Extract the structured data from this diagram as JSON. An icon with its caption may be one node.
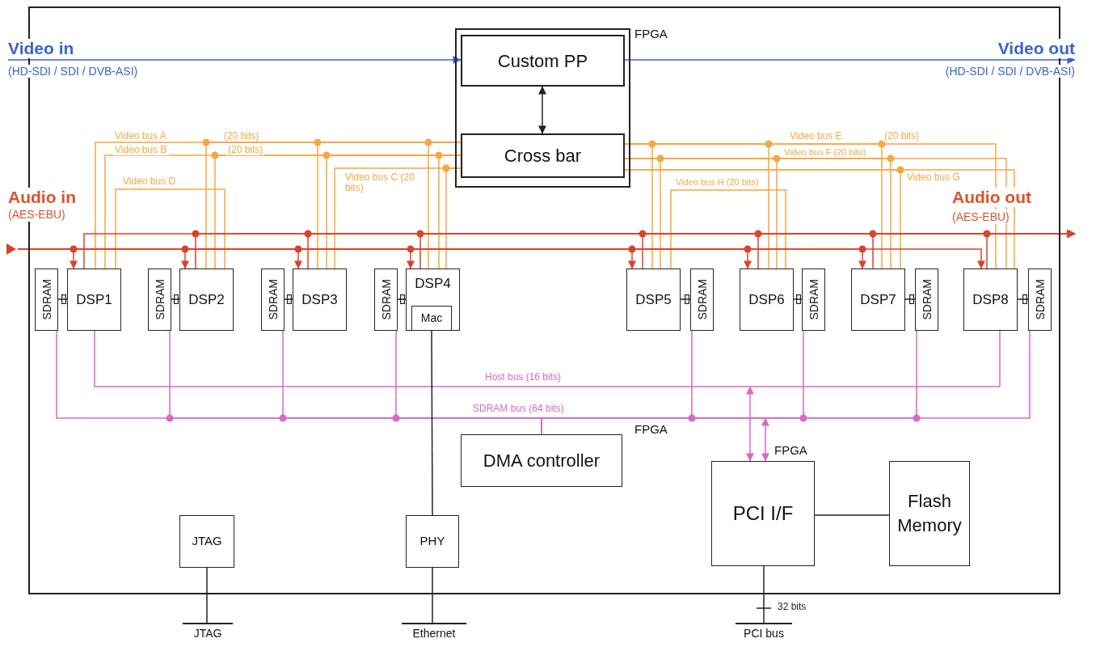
{
  "diagram": {
    "nodes": [
      {
        "text": [],
        "shape": "box"
      },
      {
        "text": [
          "FPGA"
        ],
        "in": 0
      },
      {
        "text": [
          "Custom PP"
        ],
        "in": 1
      },
      {
        "text": [
          "Cross bar"
        ],
        "in": 1
      },
      {
        "text": [
          "Video in",
          "(HD-SDI / SDI / DVB-ASI)"
        ]
      },
      {
        "text": [
          "Video out",
          "(HD-SDI / SDI / DVB-ASI)"
        ]
      },
      {
        "text": [
          "Audio in",
          "(AES-EBU)"
        ]
      },
      {
        "text": [
          "SDRAM"
        ],
        "in": 0
      },
      {
        "text": [
          "DSP1"
        ],
        "in": 0
      },
      {
        "text": [
          "SDRAM"
        ],
        "in": 0
      },
      {
        "text": [
          "DSP2"
        ],
        "in": 0
      },
      {
        "text": [
          "SDRAM"
        ],
        "in": 0
      },
      {
        "text": [
          "DSP3"
        ],
        "in": 0
      },
      {
        "text": [
          "SDRAM"
        ],
        "in": 0
      },
      {
        "text": [
          "DSP4"
        ],
        "in": 0
      },
      {
        "text": [
          "Mac"
        ],
        "in": 14
      },
      {
        "text": [
          "DSP5"
        ],
        "in": 0
      },
      {
        "text": [
          "SDRAM"
        ],
        "in": 0
      },
      {
        "text": [
          "DSP6"
        ],
        "in": 0
      },
      {
        "text": [
          "SDRAM"
        ],
        "in": 0
      },
      {
        "text": [
          "DSP7"
        ],
        "in": 0
      },
      {
        "text": [
          "SDRAM"
        ],
        "in": 0
      },
      {
        "text": [
          "DSP8"
        ],
        "in": 0
      },
      {
        "text": [
          "SDRAM"
        ],
        "in": 0
      },
      {
        "text": [
          "DMA controller"
        ],
        "beside": [
          "FPGA"
        ],
        "in": 0
      },
      {
        "text": [
          "PCI I/F"
        ],
        "beside": [
          "FPGA"
        ],
        "in": 0
      },
      {
        "text": [
          "Flash Memory"
        ],
        "in": 0
      },
      {
        "text": [
          "JTAG"
        ],
        "in": 0
      },
      {
        "text": [
          "PHY"
        ],
        "in": 0
      },
      {
        "text": [
          "JTAG"
        ]
      },
      {
        "text": [
          "Ethernet"
        ]
      },
      {
        "text": [
          "PCI bus"
        ]
      }
    ],
    "edges": [
      {
        "from": 4,
        "to": 2,
        "arrow": "to",
        "color": "#3b62c9"
      },
      {
        "from": 2,
        "to": 5,
        "arrow": "to",
        "color": "#3b62c9"
      },
      {
        "from": 2,
        "to": 3,
        "arrow": "both",
        "color": "#222222"
      },
      {
        "from": 3,
        "to": 8,
        "arrow": "none"
      },
      {
        "from": 3,
        "to": 10,
        "arrow": "none"
      },
      {
        "from": 3,
        "to": 12,
        "arrow": "none"
      },
      {
        "from": 3,
        "to": 14,
        "arrow": "none"
      },
      {
        "from": 3,
        "to": 8,
        "arrow": "none"
      },
      {
        "from": 3,
        "to": 10,
        "arrow": "none"
      },
      {
        "from": 3,
        "to": 12,
        "arrow": "none"
      },
      {
        "from": 3,
        "to": 14,
        "arrow": "none"
      },
      {
        "from": 3,
        "to": 12,
        "arrow": "none"
      },
      {
        "from": 3,
        "to": 14,
        "arrow": "none"
      },
      {
        "from": 8,
        "to": 10,
        "arrow": "none",
        "label": "Video bus D"
      },
      {
        "from": 3,
        "to": 16,
        "arrow": "none"
      },
      {
        "from": 3,
        "to": 18,
        "arrow": "none"
      },
      {
        "from": 3,
        "to": 20,
        "arrow": "none"
      },
      {
        "from": 3,
        "to": 22,
        "arrow": "none"
      },
      {
        "from": 3,
        "to": 16,
        "arrow": "none"
      },
      {
        "from": 3,
        "to": 18,
        "arrow": "none"
      },
      {
        "from": 3,
        "to": 20,
        "arrow": "none"
      },
      {
        "from": 3,
        "to": 22,
        "arrow": "none"
      },
      {
        "from": 3,
        "to": 20,
        "arrow": "none"
      },
      {
        "from": 3,
        "to": 22,
        "arrow": "none"
      },
      {
        "from": 16,
        "to": 18,
        "arrow": "none",
        "label": "Video bus H (20 bits)"
      },
      {
        "from": 6,
        "to": 8,
        "arrow": "to",
        "color": "#d9432b"
      },
      {
        "from": 6,
        "to": 10,
        "arrow": "to",
        "color": "#d9432b"
      },
      {
        "from": 6,
        "to": 12,
        "arrow": "to",
        "color": "#d9432b"
      },
      {
        "from": 6,
        "to": 14,
        "arrow": "to",
        "color": "#d9432b"
      },
      {
        "from": 6,
        "to": 16,
        "arrow": "to",
        "color": "#d9432b"
      },
      {
        "from": 6,
        "to": 18,
        "arrow": "to",
        "color": "#d9432b"
      },
      {
        "from": 6,
        "to": 20,
        "arrow": "to",
        "color": "#d9432b"
      },
      {
        "from": 6,
        "to": 22,
        "arrow": "to",
        "color": "#d9432b"
      },
      {
        "from": 8,
        "to": null,
        "arrow": "to",
        "color": "#d9432b"
      },
      {
        "from": 10,
        "to": null,
        "arrow": "to",
        "color": "#d9432b"
      },
      {
        "from": 12,
        "to": null,
        "arrow": "to",
        "color": "#d9432b"
      },
      {
        "from": 14,
        "to": null,
        "arrow": "to",
        "color": "#d9432b"
      },
      {
        "from": 16,
        "to": null,
        "arrow": "to",
        "color": "#d9432b"
      },
      {
        "from": 18,
        "to": null,
        "arrow": "to",
        "color": "#d9432b"
      },
      {
        "from": 20,
        "to": null,
        "arrow": "to",
        "color": "#d9432b"
      },
      {
        "from": 22,
        "to": null,
        "arrow": "to",
        "color": "#d9432b"
      },
      {
        "from": 7,
        "to": 8,
        "arrow": "other",
        "color": "#222222"
      },
      {
        "from": 9,
        "to": 10,
        "arrow": "other",
        "color": "#222222"
      },
      {
        "from": 11,
        "to": 12,
        "arrow": "other",
        "color": "#222222"
      },
      {
        "from": 13,
        "to": 14,
        "arrow": "other",
        "color": "#222222"
      },
      {
        "from": 16,
        "to": 17,
        "arrow": "other",
        "color": "#222222"
      },
      {
        "from": 18,
        "to": 19,
        "arrow": "other",
        "color": "#222222"
      },
      {
        "from": 20,
        "to": 21,
        "arrow": "other",
        "color": "#222222"
      },
      {
        "from": 22,
        "to": 23,
        "arrow": "other",
        "color": "#222222"
      },
      {
        "from": 8,
        "to": 22,
        "arrow": "none",
        "label": "Host bus (16 bits)",
        "color": "#d968c4"
      },
      {
        "from": null,
        "to": 25,
        "arrow": "both",
        "color": "#d968c4"
      },
      {
        "from": 24,
        "to": 7,
        "arrow": "none",
        "label": "SDRAM bus (64 bits)",
        "color": "#d968c4"
      },
      {
        "from": 24,
        "to": 9,
        "arrow": "none",
        "color": "#d968c4"
      },
      {
        "from": 24,
        "to": 11,
        "arrow": "none",
        "color": "#d968c4"
      },
      {
        "from": 24,
        "to": 13,
        "arrow": "none",
        "color": "#d968c4"
      },
      {
        "from": 24,
        "to": 17,
        "arrow": "none",
        "color": "#d968c4"
      },
      {
        "from": 24,
        "to": 19,
        "arrow": "none",
        "color": "#d968c4"
      },
      {
        "from": 24,
        "to": 21,
        "arrow": "none",
        "color": "#d968c4"
      },
      {
        "from": 24,
        "to": 23,
        "arrow": "none",
        "color": "#d968c4"
      },
      {
        "from": null,
        "to": 25,
        "arrow": "both",
        "color": "#d968c4"
      },
      {
        "from": 15,
        "to": 28,
        "arrow": "none",
        "color": "#222222"
      },
      {
        "from": 28,
        "to": 30,
        "arrow": "none",
        "color": "#222222"
      },
      {
        "from": 27,
        "to": 29,
        "arrow": "none",
        "color": "#222222"
      },
      {
        "from": 25,
        "to": 31,
        "arrow": "none",
        "label": "32 bits",
        "color": "#222222"
      },
      {
        "from": 25,
        "to": 26,
        "arrow": "none",
        "color": "#222222"
      }
    ],
    "labels": [
      "Video bus A",
      "(20 bits)",
      "Video bus B",
      "(20 bits)",
      "Video bus C (20 bits)",
      "Video bus E",
      "(20 bits)",
      "Video bus F (20 bits)",
      "Video bus G",
      "Audio out",
      "(AES-EBU)"
    ]
  }
}
